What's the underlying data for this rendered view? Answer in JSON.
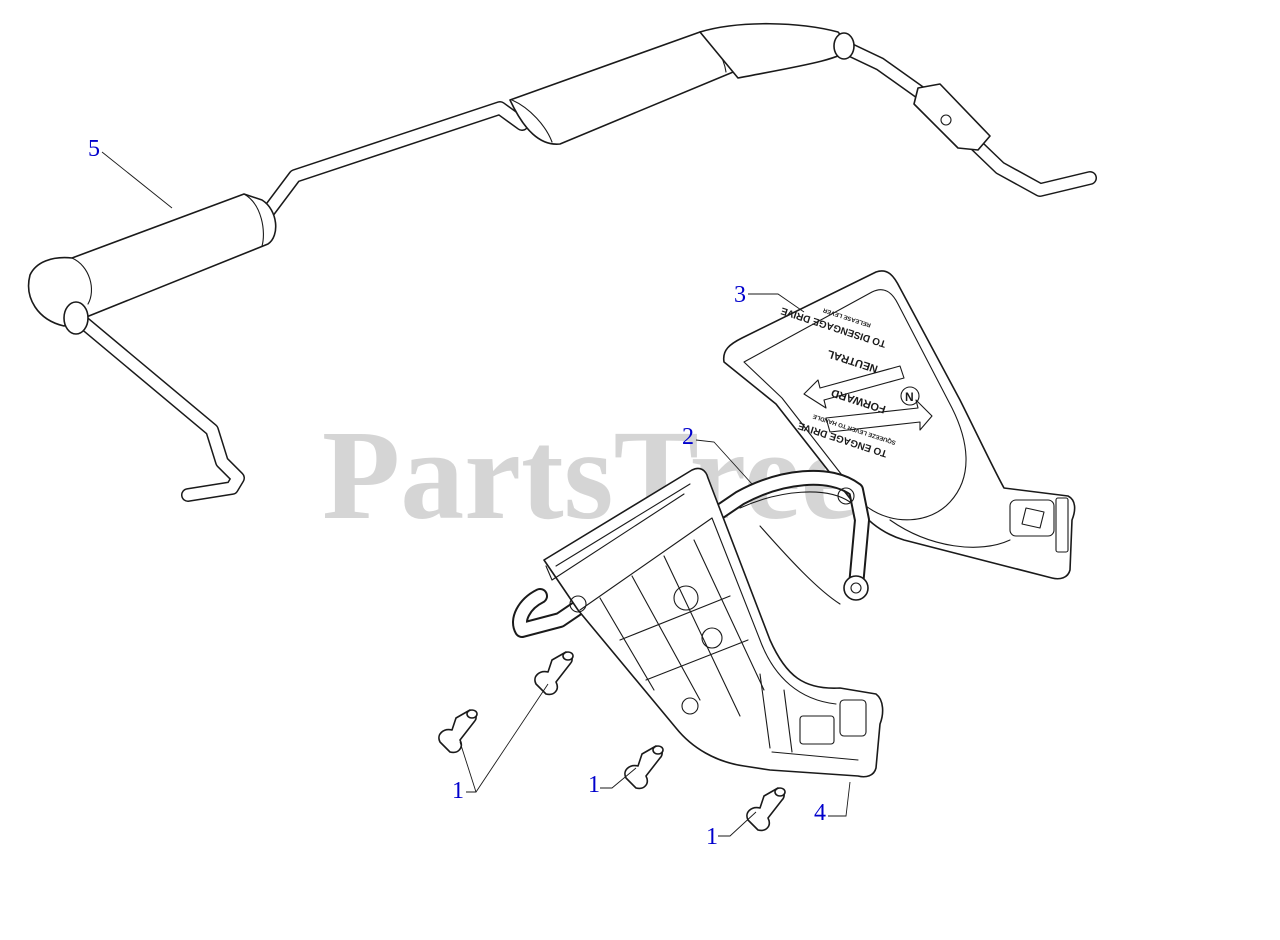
{
  "watermark": "PartsTree",
  "colors": {
    "callout": "#0000cc",
    "line": "#1a1a1a",
    "watermark": "#b4b4b4"
  },
  "callouts": [
    {
      "id": "5",
      "label": "5"
    },
    {
      "id": "3",
      "label": "3"
    },
    {
      "id": "2",
      "label": "2"
    },
    {
      "id": "4",
      "label": "4"
    },
    {
      "id": "1a",
      "label": "1"
    },
    {
      "id": "1b",
      "label": "1"
    },
    {
      "id": "1c",
      "label": "1"
    }
  ],
  "decal": {
    "engage_line1": "TO ENGAGE DRIVE",
    "engage_line2": "SQUEEZE LEVER TO HANDLE",
    "forward": "FORWARD",
    "neutral": "NEUTRAL",
    "neutral_badge": "N",
    "disengage_line1": "TO DISENGAGE DRIVE",
    "disengage_line2": "RELEASE LEVER"
  }
}
